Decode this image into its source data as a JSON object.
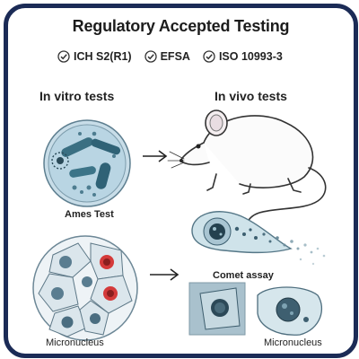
{
  "title": "Regulatory Accepted Testing",
  "badges": [
    {
      "icon": "check-circle-icon",
      "label": "ICH S2(R1)"
    },
    {
      "icon": "check-circle-icon",
      "label": "EFSA"
    },
    {
      "icon": "check-circle-icon",
      "label": "ISO 10993-3"
    }
  ],
  "sections": {
    "in_vitro": "In vitro tests",
    "in_vivo": "In vivo tests"
  },
  "labels": {
    "ames": "Ames Test",
    "comet": "Comet assay",
    "micronucleus_left": "Micronucleus",
    "micronucleus_right": "Micronucleus"
  },
  "colors": {
    "frame": "#1b2b56",
    "petri": "#b9d5e3",
    "bacteria": "#3a6f82",
    "cell": "#d9e4ea",
    "micronucleus_red": "#d43a3a"
  }
}
